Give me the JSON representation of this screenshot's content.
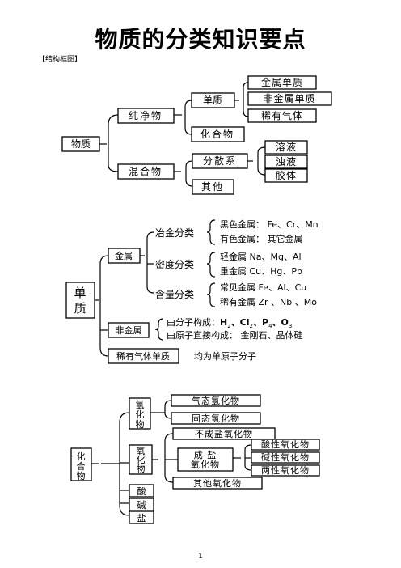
{
  "page": {
    "title": "物质的分类知识要点",
    "subtitle": "【结构框图】",
    "page_number": "1"
  },
  "diagram1": {
    "root": "物质",
    "pure": "纯净物",
    "element": "单质",
    "metal": "金属单质",
    "nonmetal": "非金属单质",
    "noble": "稀有气体",
    "compound": "化合物",
    "mixture": "混合物",
    "dispersion": "分散系",
    "solution": "溶液",
    "suspension": "浊液",
    "colloid": "胶体",
    "other": "其他"
  },
  "diagram2": {
    "root": "单质",
    "metal": "金属",
    "metallurgy": "冶金分类",
    "black_metal": "黑色金属：  Fe、Cr、Mn",
    "colored_metal": "有色金属：  其它金属",
    "density": "密度分类",
    "light_metal": "轻金属  Na、Mg、Al",
    "heavy_metal": "重金属  Cu、Hg、Pb",
    "content": "含量分类",
    "common_metal": "常见金属  Fe、Al、Cu",
    "rare_metal": "稀有金属  Zr 、Nb 、Mo",
    "nonmetal": "非金属",
    "molecule_prefix": "由分子构成：",
    "molecule_items": [
      "H",
      "2",
      "、Cl",
      "2",
      "、P",
      "4",
      "、O",
      "3"
    ],
    "atom_direct": "由原子直接构成：  金刚石、晶体硅",
    "noble_element": "稀有气体单质",
    "monoatomic": "均为单原子分子"
  },
  "diagram3": {
    "root": "化合物",
    "hydride": "氢化物",
    "gas_hydride": "气态氢化物",
    "solid_hydride": "固态氢化物",
    "oxide": "氧化物",
    "non_salt": "不成盐氧化物",
    "salt_forming_1": "成  盐",
    "salt_forming_2": "氧化物",
    "acidic": "酸性氧化物",
    "basic": "碱性氧化物",
    "amphoteric": "两性氧化物",
    "other_oxide": "其他氧化物",
    "acid": "酸",
    "base": "碱",
    "salt": "盐"
  }
}
